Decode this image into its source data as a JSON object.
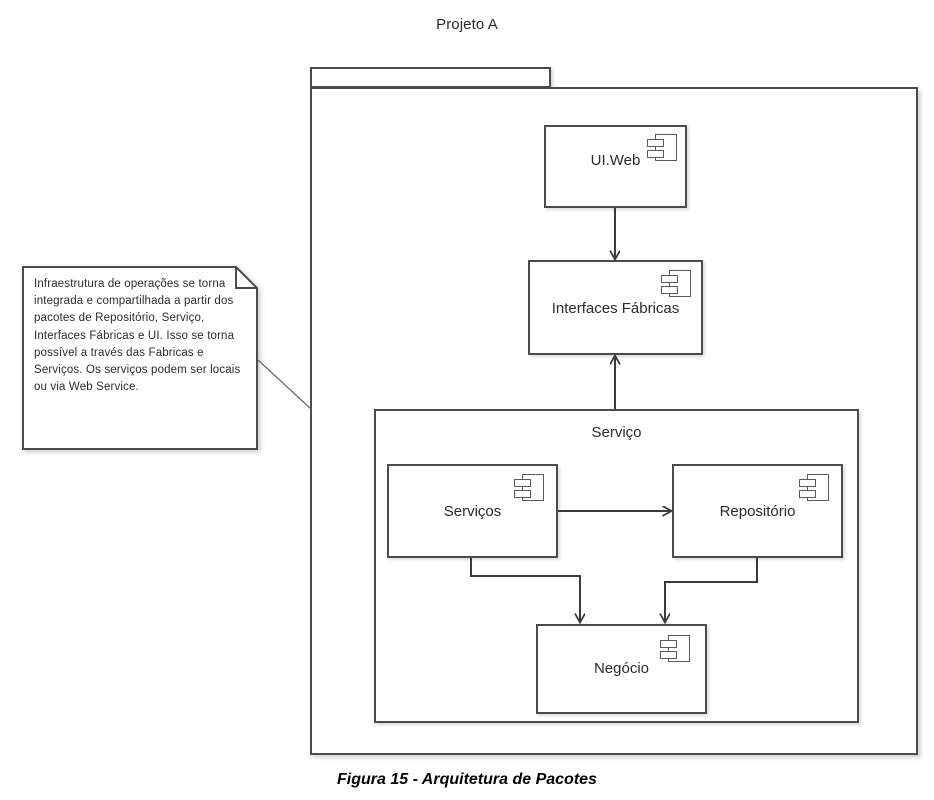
{
  "diagram": {
    "title": "Projeto A",
    "caption": "Figura 15 - Arquitetura de Pacotes",
    "stroke_color": "#4b4b4b",
    "background_color": "#ffffff",
    "text_color": "#2b2b2b"
  },
  "packages": [
    {
      "id": "projeto-a",
      "label": "Projeto A",
      "label_position": "outside-top"
    },
    {
      "id": "servico",
      "label": "Serviço",
      "label_position": "inside-top"
    }
  ],
  "components": [
    {
      "id": "ui-web",
      "label": "UI.Web",
      "icon": "uml-component-icon"
    },
    {
      "id": "interfaces-fabricas",
      "label": "Interfaces Fábricas",
      "icon": "uml-component-icon"
    },
    {
      "id": "servicos",
      "label": "Serviços",
      "icon": "uml-component-icon"
    },
    {
      "id": "repositorio",
      "label": "Repositório",
      "icon": "uml-component-icon"
    },
    {
      "id": "negocio",
      "label": "Negócio",
      "icon": "uml-component-icon"
    }
  ],
  "connections": [
    {
      "from": "ui-web",
      "to": "interfaces-fabricas",
      "arrow": "open",
      "direction": "down"
    },
    {
      "from": "servico",
      "to": "interfaces-fabricas",
      "arrow": "open",
      "direction": "up"
    },
    {
      "from": "servicos",
      "to": "repositorio",
      "arrow": "open",
      "direction": "right"
    },
    {
      "from": "servicos",
      "to": "negocio",
      "arrow": "open",
      "direction": "elbow-down"
    },
    {
      "from": "repositorio",
      "to": "negocio",
      "arrow": "open",
      "direction": "elbow-down"
    },
    {
      "from": "note",
      "to": "projeto-a",
      "arrow": "none",
      "direction": "leader-line"
    }
  ],
  "note": {
    "id": "architecture-note",
    "text": "Infraestrutura de operações se torna integrada e compartilhada a partir dos pacotes de Repositório, Serviço, Interfaces Fábricas e UI. Isso se torna possível a través das Fabricas e Serviços. Os serviços podem ser locais ou via Web Service."
  }
}
